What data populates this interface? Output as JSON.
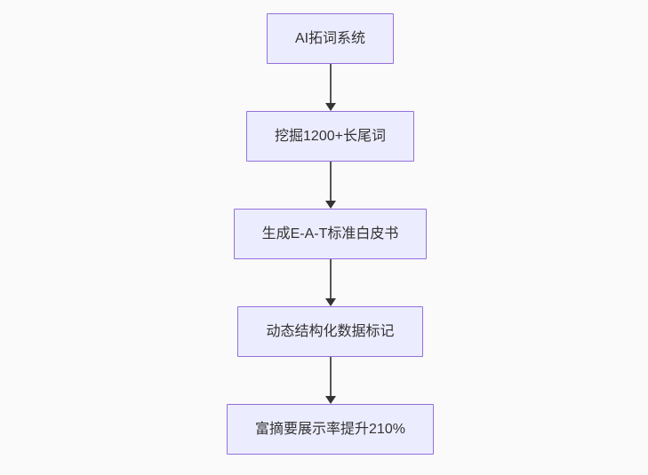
{
  "diagram": {
    "type": "flowchart",
    "direction": "top-down",
    "nodes": [
      {
        "id": "A",
        "label": "AI拓词系统"
      },
      {
        "id": "B",
        "label": "挖掘1200+长尾词"
      },
      {
        "id": "C",
        "label": "生成E-A-T标准白皮书"
      },
      {
        "id": "D",
        "label": "动态结构化数据标记"
      },
      {
        "id": "E",
        "label": "富摘要展示率提升210%"
      }
    ],
    "edges": [
      {
        "from": "A",
        "to": "B"
      },
      {
        "from": "B",
        "to": "C"
      },
      {
        "from": "C",
        "to": "D"
      },
      {
        "from": "D",
        "to": "E"
      }
    ],
    "colors": {
      "background": "#fafafa",
      "node_fill": "#ECECFF",
      "node_border": "#9370DB",
      "text": "#333333",
      "arrow_line": "#555555",
      "arrow_head": "#333333"
    }
  }
}
